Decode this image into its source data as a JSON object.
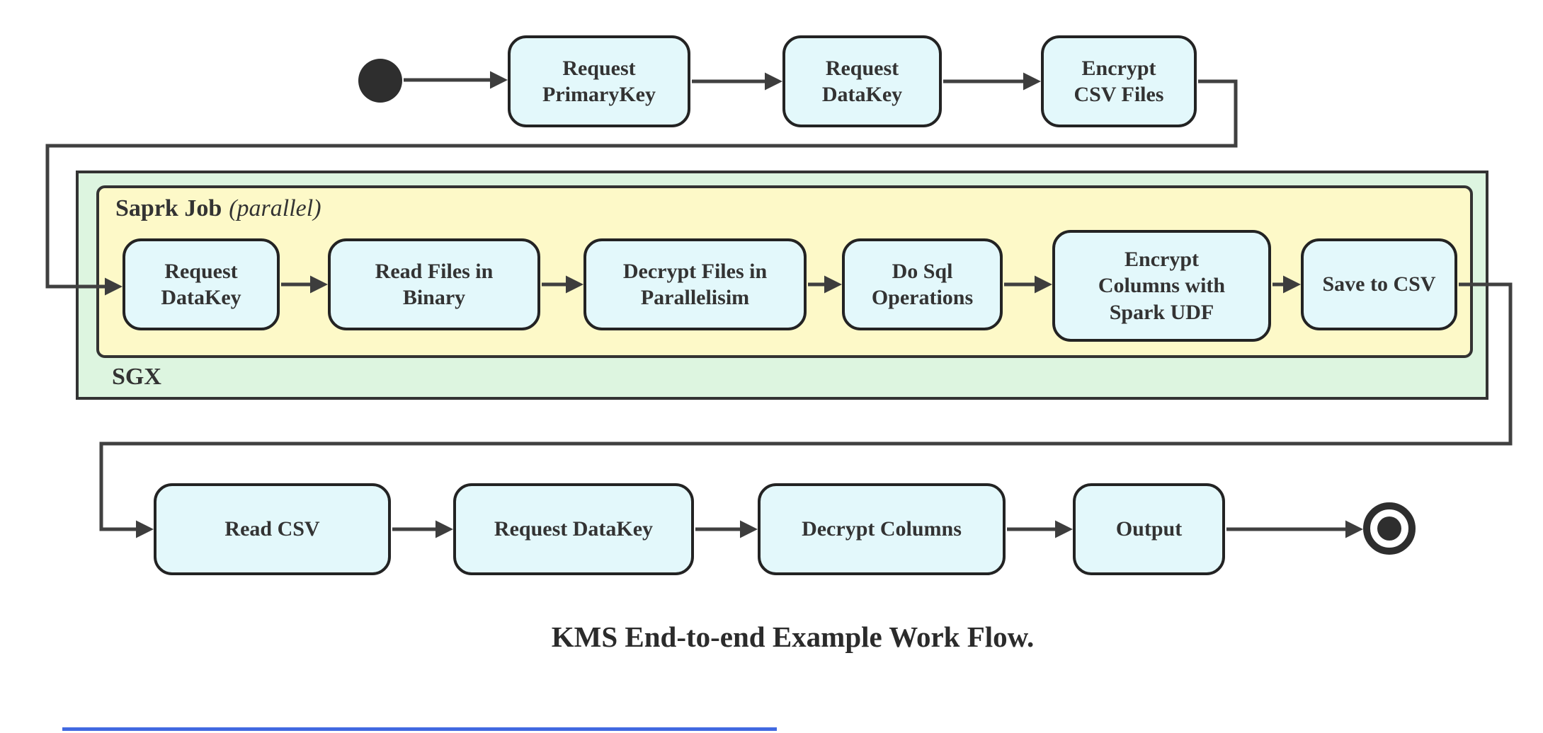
{
  "diagram": {
    "caption": "KMS End-to-end Example Work Flow.",
    "groups": {
      "sgx": {
        "label": "SGX"
      },
      "spark": {
        "label": "Saprk Job",
        "sublabel": "(parallel)"
      }
    },
    "nodes": {
      "top": [
        {
          "id": "request-primarykey",
          "label": "Request\nPrimaryKey"
        },
        {
          "id": "request-datakey",
          "label": "Request\nDataKey"
        },
        {
          "id": "encrypt-csv-files",
          "label": "Encrypt\nCSV Files"
        }
      ],
      "spark": [
        {
          "id": "request-datakey-sgx",
          "label": "Request\nDataKey"
        },
        {
          "id": "read-files-in-binary",
          "label": "Read Files in\nBinary"
        },
        {
          "id": "decrypt-files-in-parallelisim",
          "label": "Decrypt Files in\nParallelisim"
        },
        {
          "id": "do-sql-operations",
          "label": "Do Sql\nOperations"
        },
        {
          "id": "encrypt-columns-with-spark-udf",
          "label": "Encrypt\nColumns with\nSpark UDF"
        },
        {
          "id": "save-to-csv",
          "label": "Save to CSV"
        }
      ],
      "bottom": [
        {
          "id": "read-csv",
          "label": "Read CSV"
        },
        {
          "id": "request-datakey-2",
          "label": "Request DataKey"
        },
        {
          "id": "decrypt-columns",
          "label": "Decrypt Columns"
        },
        {
          "id": "output",
          "label": "Output"
        }
      ]
    },
    "colors": {
      "node_fill": "#e3f8fb",
      "node_border": "#232323",
      "spark_container_fill": "#fdf9c8",
      "sgx_container_fill": "#ddf5e0",
      "container_border": "#333333",
      "edge": "#404040",
      "text": "#333333",
      "accent_line": "#4169e1"
    }
  }
}
